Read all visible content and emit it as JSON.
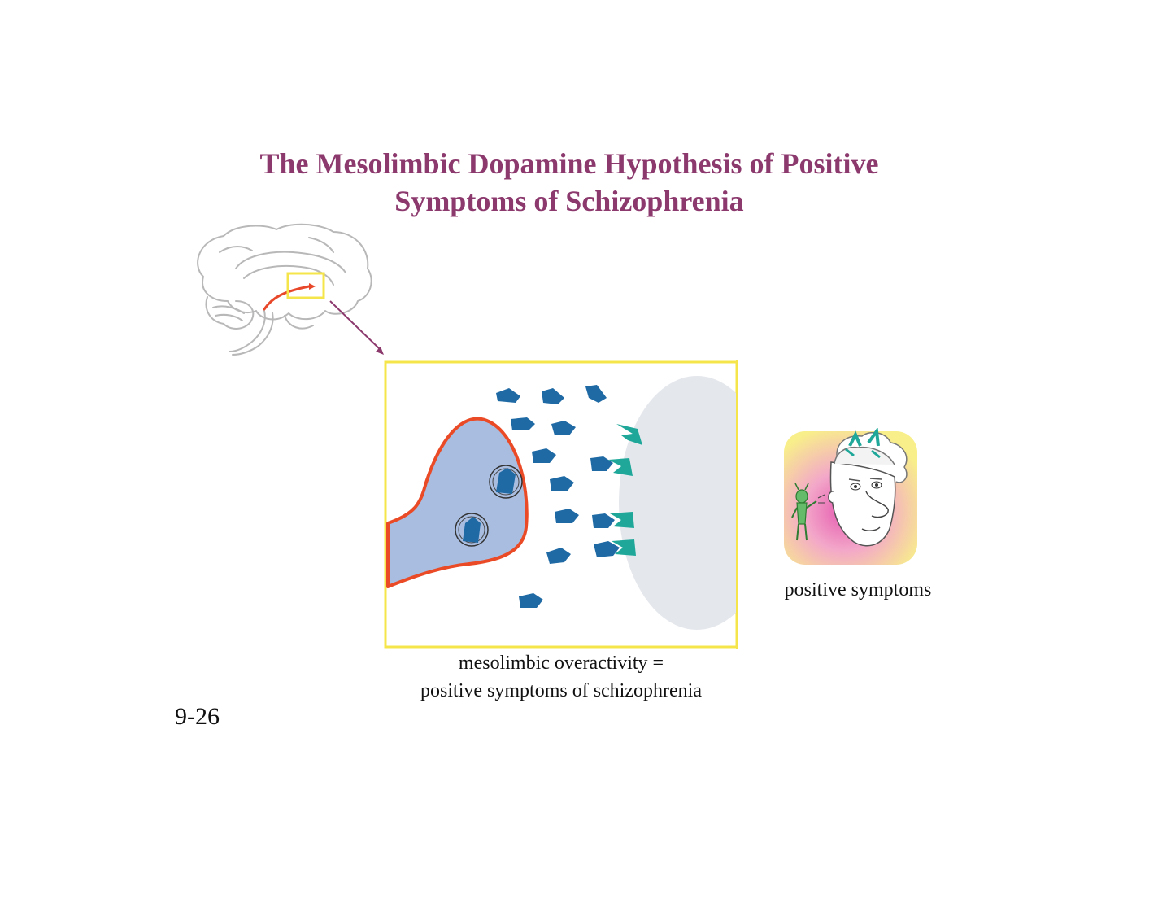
{
  "title": {
    "line1": "The Mesolimbic Dopamine Hypothesis of Positive",
    "line2": "Symptoms of Schizophrenia"
  },
  "synapse_caption": {
    "line1": "mesolimbic overactivity =",
    "line2": "positive symptoms of schizophrenia"
  },
  "symptom_caption": "positive symptoms",
  "slide_number": "9-26",
  "colors": {
    "title": "#8c3a6e",
    "highlight_box": "#f5e44a",
    "pathway": "#e8472a",
    "neuron_fill": "#a9bde0",
    "neuron_outline": "#ea4a26",
    "dopamine": "#1f6aa5",
    "receptor": "#1fa89a",
    "postsynaptic": "#e4e7ec"
  },
  "icons": {
    "brain": "sagittal-brain-outline-icon",
    "face": "hallucinating-face-icon"
  }
}
